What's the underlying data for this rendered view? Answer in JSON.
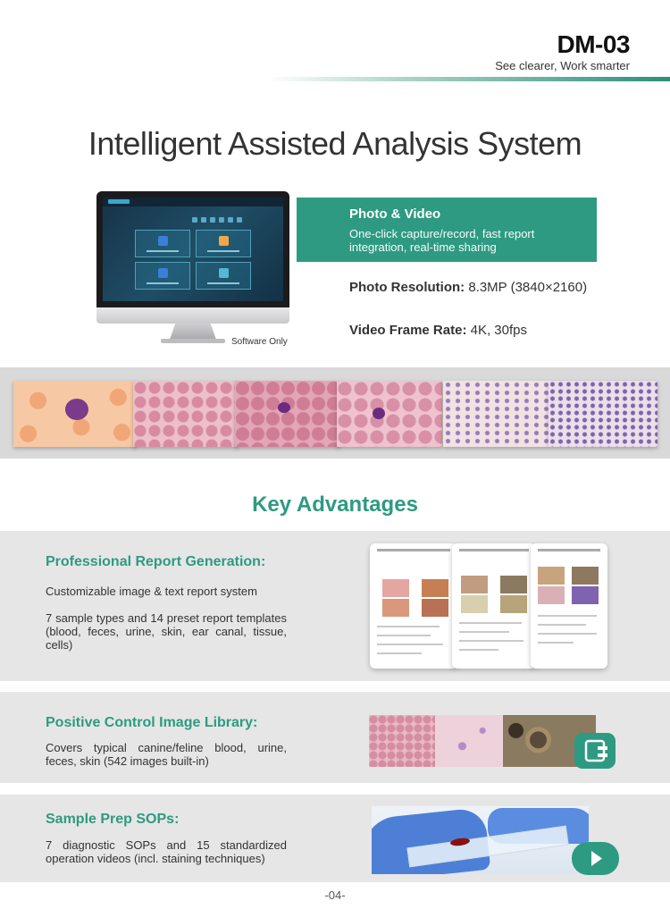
{
  "header": {
    "model": "DM-03",
    "tagline": "See clearer, Work smarter"
  },
  "title": "Intelligent Assisted Analysis System",
  "monitor": {
    "caption": "Software Only"
  },
  "photo_video": {
    "title": "Photo & Video",
    "description": "One-click capture/record, fast report integration, real-time sharing",
    "resolution_label": "Photo Resolution:",
    "resolution_value": "8.3MP (3840×2160)",
    "framerate_label": "Video Frame Rate:",
    "framerate_value": "4K, 30fps"
  },
  "key_advantages": {
    "title": "Key Advantages",
    "sections": [
      {
        "title": "Professional Report Generation:",
        "paragraphs": [
          "Customizable image & text report system",
          "7 sample types and 14 preset report templates (blood, feces, urine, skin, ear canal, tissue, cells)"
        ]
      },
      {
        "title": "Positive Control Image Library:",
        "paragraphs": [
          "Covers typical canine/feline blood, urine, feces, skin (542 images built-in)"
        ]
      },
      {
        "title": "Sample Prep SOPs:",
        "paragraphs": [
          "7 diagnostic SOPs and 15 standardized operation videos (incl. staining techniques)"
        ]
      }
    ]
  },
  "page_number": "-04-",
  "colors": {
    "accent": "#2e9a82",
    "panel": "#e6e6e6",
    "gallery_bg": "#d9d9d9"
  },
  "icons": [
    "play-icon",
    "image-library-icon"
  ]
}
